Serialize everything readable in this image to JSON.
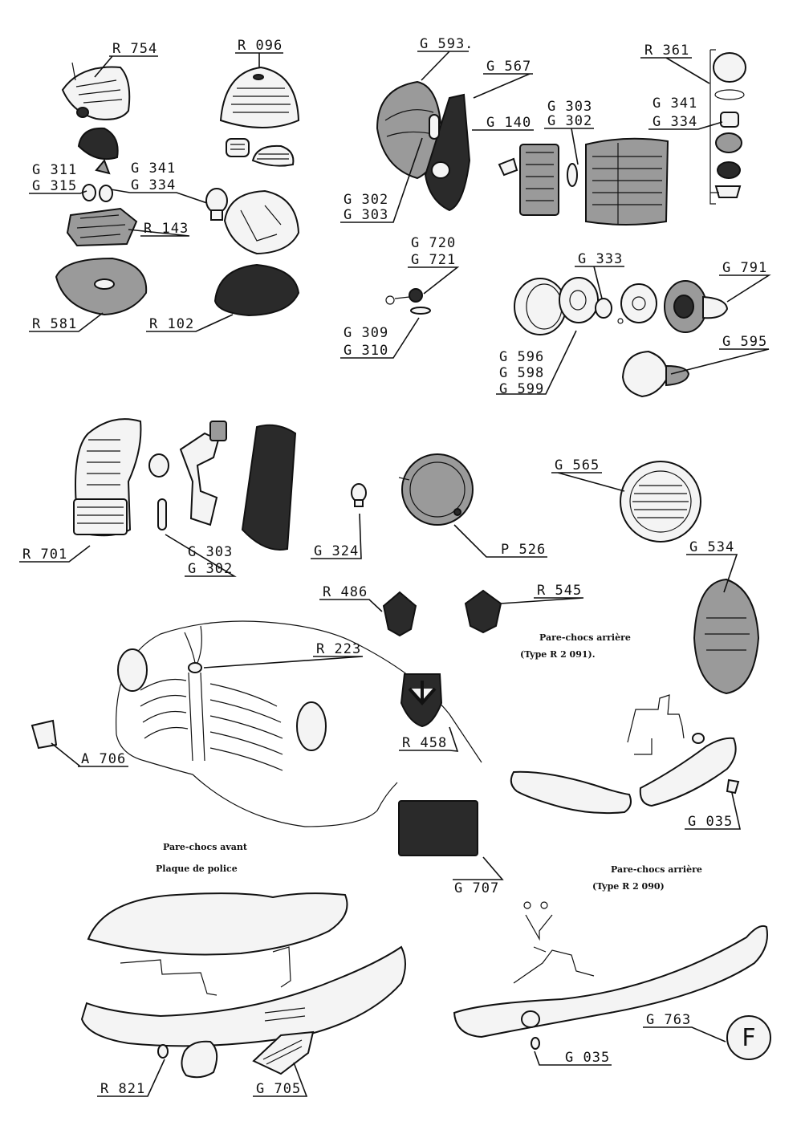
{
  "labels": {
    "r754": "R 754",
    "r096": "R 096",
    "g593": "G 593.",
    "g567": "G 567",
    "r361": "R 361",
    "g311": "G 311",
    "g315": "G 315",
    "g341a": "G 341",
    "g334a": "G 334",
    "r143": "R 143",
    "g140": "G 140",
    "g303a": "G 303",
    "g302a": "G 302",
    "g341b": "G 341",
    "g334b": "G 334",
    "g302b": "G 302",
    "g303b": "G 303",
    "g720": "G 720",
    "g721": "G 721",
    "g333": "G 333",
    "g791": "G 791",
    "r581": "R 581",
    "r102": "R 102",
    "g309": "G 309",
    "g310": "G 310",
    "g595": "G 595",
    "g596": "G 596",
    "g598": "G 598",
    "g599": "G 599",
    "g565": "G 565",
    "r701": "R 701",
    "g303c": "G 303",
    "g302c": "G 302",
    "g324": "G 324",
    "p526": "P 526",
    "g534": "G 534",
    "r486": "R 486",
    "r545": "R 545",
    "r223": "R 223",
    "r458": "R 458",
    "a706": "A 706",
    "g035a": "G 035",
    "g707": "G 707",
    "g763": "G 763",
    "g035b": "G 035",
    "r821": "R 821",
    "g705": "G 705"
  },
  "captions": {
    "rear_bumper_1_title": "Pare-chocs arrière",
    "rear_bumper_1_type": "(Type R 2 091).",
    "front_bumper": "Pare-chocs avant",
    "plate": "Plaque de police",
    "rear_bumper_2_title": "Pare-chocs arrière",
    "rear_bumper_2_type": "(Type R 2 090)"
  },
  "emblem_letter": "F"
}
